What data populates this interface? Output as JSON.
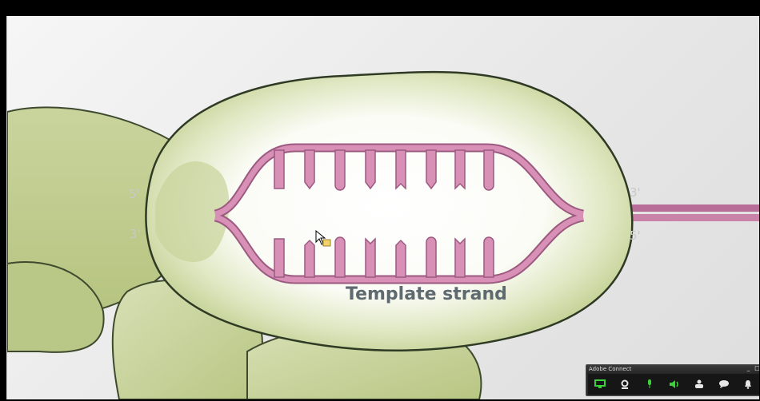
{
  "slide": {
    "caption": "Template strand",
    "labels": {
      "left_top": "5'",
      "left_bottom": "3'",
      "right_top": "3'",
      "right_bottom": "5'"
    },
    "colors": {
      "protein": "#c2cf95",
      "protein_dark": "#a9ba76",
      "outline": "#3e4a2e",
      "strand": "#c77ea6",
      "strand_dark": "#9c5a80"
    }
  },
  "adobe_connect": {
    "title": "Adobe Connect",
    "minimize": "_",
    "maximize": "□",
    "buttons": [
      {
        "icon": "share-screen-icon",
        "color": "#3bd13b"
      },
      {
        "icon": "webcam-icon",
        "color": "#e6e6e6"
      },
      {
        "icon": "microphone-icon",
        "color": "#3bd13b"
      },
      {
        "icon": "speaker-icon",
        "color": "#3bd13b"
      },
      {
        "icon": "attendees-icon",
        "color": "#e6e6e6"
      },
      {
        "icon": "chat-icon",
        "color": "#e6e6e6"
      },
      {
        "icon": "notification-icon",
        "color": "#e6e6e6"
      }
    ]
  }
}
